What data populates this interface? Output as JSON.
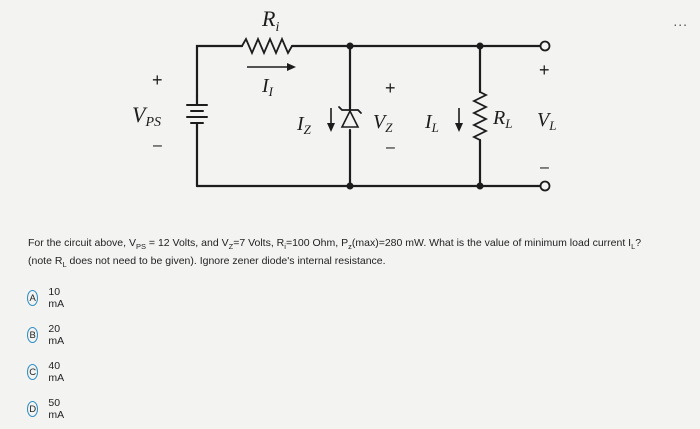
{
  "menu": {
    "dots": "..."
  },
  "circuit": {
    "label_ri": "R",
    "label_ri_sub": "i",
    "label_ii": "I",
    "label_ii_sub": "I",
    "label_vps": "V",
    "label_vps_sub": "PS",
    "plus_vps": "+",
    "minus_vps": "–",
    "label_iz": "I",
    "label_iz_sub": "Z",
    "label_vz": "V",
    "label_vz_sub": "Z",
    "plus_vz": "+",
    "minus_vz": "–",
    "label_il": "I",
    "label_il_sub": "L",
    "label_rl": "R",
    "label_rl_sub": "L",
    "label_vl": "V",
    "label_vl_sub": "L",
    "plus_vl": "+",
    "minus_vl": "–"
  },
  "question": {
    "p1": "For the circuit above, V",
    "s1": "PS",
    "p2": " = 12 Volts, and V",
    "s2": "Z",
    "p3": "=7 Volts, R",
    "s3": "i",
    "p4": "=100 Ohm, P",
    "s4": "z",
    "p5": "(max)=280 mW. What is the value of minimum load current I",
    "s5": "L",
    "p6": "?",
    "p7": "(note R",
    "s6": "L",
    "p8": " does not need to be given). Ignore zener diode's internal resistance."
  },
  "options": [
    {
      "letter": "A",
      "text": "10 mA"
    },
    {
      "letter": "B",
      "text": "20 mA"
    },
    {
      "letter": "C",
      "text": "40 mA"
    },
    {
      "letter": "D",
      "text": "50 mA"
    }
  ]
}
